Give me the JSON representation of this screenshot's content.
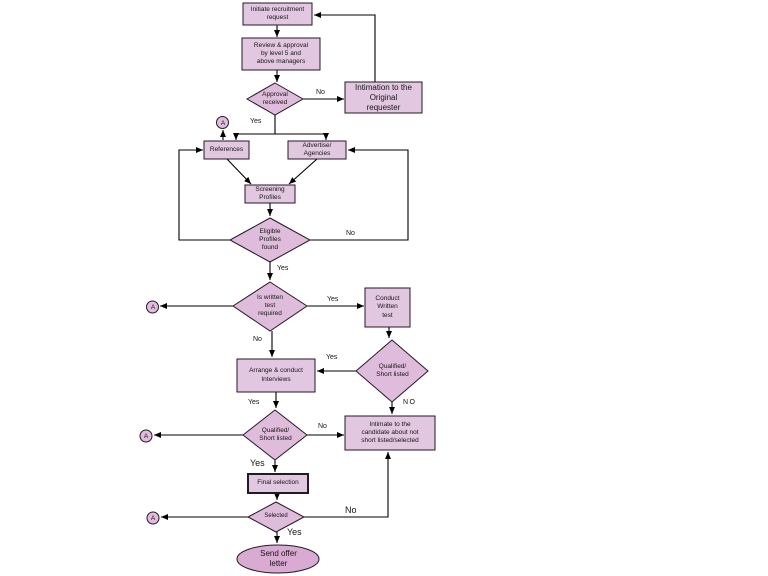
{
  "colors": {
    "process_fill": "#e2c7e1",
    "decision_fill": "#dfbcdb",
    "terminator_fill": "#d9abd3",
    "connector_fill": "#e2bbde",
    "border": "#241a24",
    "line": "#000000"
  },
  "connector": {
    "label": "A"
  },
  "nodes": {
    "initiate": {
      "lines": [
        "Initiate recruitment",
        "request"
      ]
    },
    "review": {
      "lines": [
        "Review & approval",
        "by level 5 and",
        "above managers"
      ]
    },
    "approval": {
      "lines": [
        "Approval",
        "received"
      ]
    },
    "intimation": {
      "lines": [
        "Intimation to the",
        "Original",
        "requester"
      ]
    },
    "references": {
      "lines": [
        "References"
      ]
    },
    "advertise": {
      "lines": [
        "Advertise/",
        "Agencies"
      ]
    },
    "screening": {
      "lines": [
        "Screening",
        "Profiles"
      ]
    },
    "eligible": {
      "lines": [
        "Eligible",
        "Profiles",
        "found"
      ]
    },
    "written_test": {
      "lines": [
        "Is written",
        "test",
        "required"
      ]
    },
    "conduct_test": {
      "lines": [
        "Conduct",
        "Written",
        "test"
      ]
    },
    "arrange_interviews": {
      "lines": [
        "Arrange & conduct",
        "Interviews"
      ]
    },
    "qualified_after_test": {
      "lines": [
        "Qualified/",
        "Short listed"
      ]
    },
    "intimate_not_selected": {
      "lines": [
        "Intimate to the",
        "candidate about not",
        "short listed/selected"
      ]
    },
    "qualified_after_interview": {
      "lines": [
        "Qualified/",
        "Short listed"
      ]
    },
    "final_selection": {
      "lines": [
        "Final selection"
      ]
    },
    "selected": {
      "lines": [
        "Selected"
      ]
    },
    "send_offer": {
      "lines": [
        "Send offer",
        "letter"
      ]
    }
  },
  "edge_labels": {
    "approval_no": "No",
    "approval_yes": "Yes",
    "eligible_no": "No",
    "eligible_yes": "Yes",
    "written_yes": "Yes",
    "written_no": "No",
    "qualified_test_yes": "Yes",
    "qualified_test_no": "NO",
    "arrange_yes": "Yes",
    "qualified_interview_no": "No",
    "qualified_interview_yes": "Yes",
    "selected_no": "No",
    "selected_yes": "Yes"
  }
}
